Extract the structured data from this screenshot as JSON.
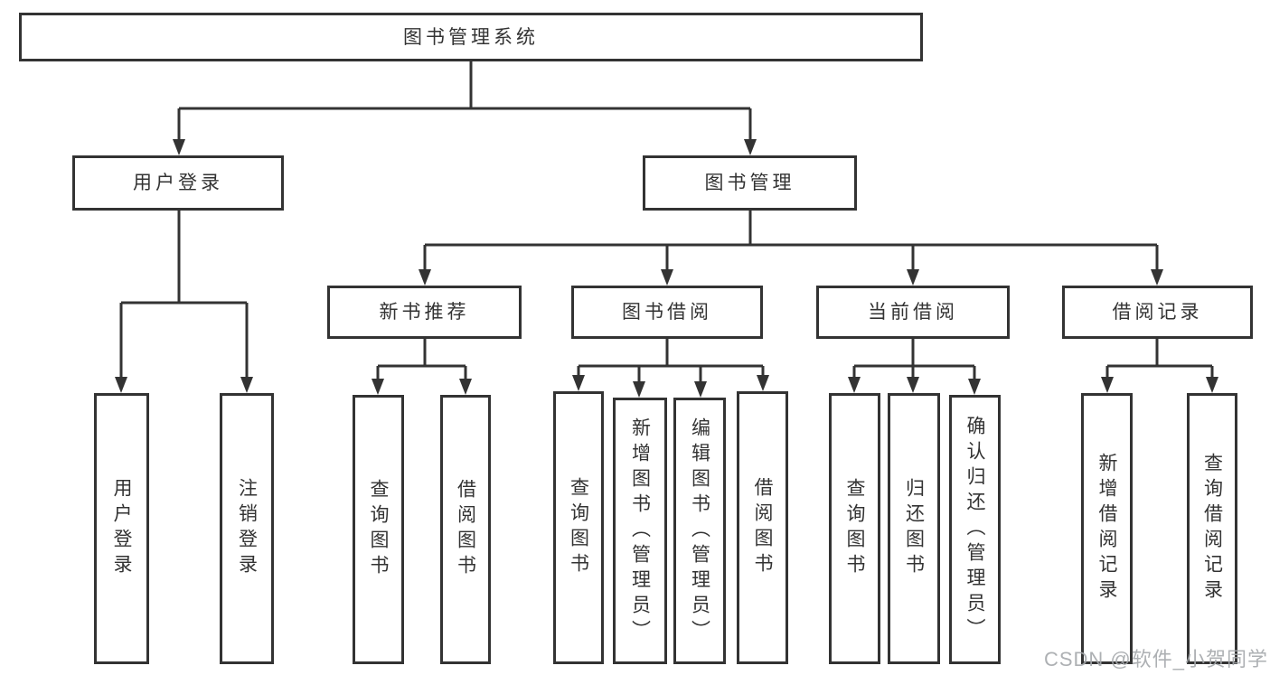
{
  "tree": {
    "root": {
      "label": "图书管理系统"
    },
    "branches": [
      {
        "label": "用户登录",
        "children": [
          {
            "label": "用户登录"
          },
          {
            "label": "注销登录"
          }
        ]
      },
      {
        "label": "图书管理",
        "sections": [
          {
            "label": "新书推荐",
            "children": [
              {
                "label": "查询图书"
              },
              {
                "label": "借阅图书"
              }
            ]
          },
          {
            "label": "图书借阅",
            "children": [
              {
                "label": "查询图书"
              },
              {
                "label": "新增图书（管理员）"
              },
              {
                "label": "编辑图书（管理员）"
              },
              {
                "label": "借阅图书"
              }
            ]
          },
          {
            "label": "当前借阅",
            "children": [
              {
                "label": "查询图书"
              },
              {
                "label": "归还图书"
              },
              {
                "label": "确认归还（管理员）"
              }
            ]
          },
          {
            "label": "借阅记录",
            "children": [
              {
                "label": "新增借阅记录"
              },
              {
                "label": "查询借阅记录"
              }
            ]
          }
        ]
      }
    ]
  },
  "watermark": {
    "text": "CSDN @软件_小贺同学"
  },
  "colors": {
    "line": "#333333",
    "box_border": "#333333",
    "text": "#333333",
    "watermark": "#a4a7ab",
    "background": "#ffffff"
  }
}
